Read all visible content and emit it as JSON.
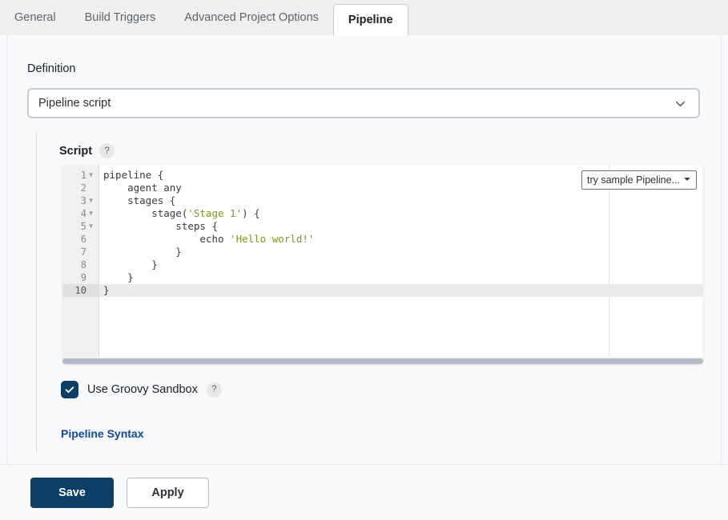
{
  "tabs": [
    {
      "label": "General",
      "active": false
    },
    {
      "label": "Build Triggers",
      "active": false
    },
    {
      "label": "Advanced Project Options",
      "active": false
    },
    {
      "label": "Pipeline",
      "active": true
    }
  ],
  "definition": {
    "label": "Definition",
    "selected": "Pipeline script",
    "chevron_icon": "chevron-down-icon"
  },
  "script": {
    "label": "Script",
    "help_icon": "?",
    "sample_select": {
      "value": "try sample Pipeline...",
      "chevron_icon": "chevron-down-icon"
    },
    "active_line": 10,
    "lines": [
      {
        "n": "1",
        "fold": true,
        "code": "pipeline {"
      },
      {
        "n": "2",
        "fold": false,
        "code": "    agent any"
      },
      {
        "n": "3",
        "fold": true,
        "code": "    stages {"
      },
      {
        "n": "4",
        "fold": true,
        "code": "        stage('Stage 1') {"
      },
      {
        "n": "5",
        "fold": true,
        "code": "            steps {"
      },
      {
        "n": "6",
        "fold": false,
        "code": "                echo 'Hello world!'"
      },
      {
        "n": "7",
        "fold": false,
        "code": "            }"
      },
      {
        "n": "8",
        "fold": false,
        "code": "        }"
      },
      {
        "n": "9",
        "fold": false,
        "code": "    }"
      },
      {
        "n": "10",
        "fold": false,
        "code": "}"
      }
    ],
    "highlight": {
      "strings": [
        "'Stage 1'",
        "'Hello world!'"
      ],
      "string_color": "#7c9a21"
    }
  },
  "sandbox": {
    "label": "Use Groovy Sandbox",
    "checked": true,
    "check_icon": "checkmark-icon",
    "help_icon": "?"
  },
  "pipeline_syntax_link": "Pipeline Syntax",
  "footer": {
    "save_label": "Save",
    "apply_label": "Apply"
  },
  "colors": {
    "primary": "#0b3f67",
    "link": "#0b4a9e",
    "tabbar_bg": "#efefef",
    "page_bg": "#f8f9fa"
  }
}
